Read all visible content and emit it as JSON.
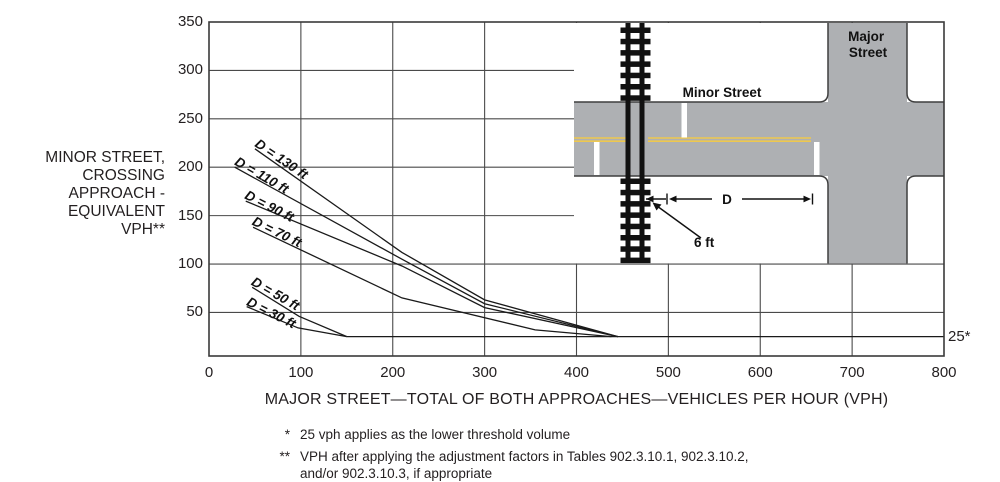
{
  "chart_data": {
    "type": "line",
    "xlabel": "MAJOR STREET—TOTAL OF BOTH APPROACHES—VEHICLES PER HOUR (VPH)",
    "ylabel_lines": [
      "MINOR STREET,",
      "CROSSING",
      "APPROACH -",
      "EQUIVALENT",
      "VPH**"
    ],
    "x_ticks": [
      0,
      100,
      200,
      300,
      400,
      500,
      600,
      700,
      800
    ],
    "y_ticks": [
      50,
      100,
      150,
      200,
      250,
      300,
      350
    ],
    "xlim": [
      0,
      800
    ],
    "ylim": [
      5,
      350
    ],
    "grid": true,
    "series": [
      {
        "name": "D = 130 ft",
        "points": [
          [
            50,
            219
          ],
          [
            210,
            112
          ],
          [
            300,
            63
          ],
          [
            445,
            25
          ]
        ],
        "label": {
          "x": 49,
          "y": 222,
          "angle": 34
        }
      },
      {
        "name": "D = 110 ft",
        "points": [
          [
            28,
            200
          ],
          [
            210,
            105
          ],
          [
            300,
            59
          ],
          [
            445,
            25
          ]
        ],
        "label": {
          "x": 27,
          "y": 203,
          "angle": 30
        }
      },
      {
        "name": "D = 90 ft",
        "points": [
          [
            40,
            165
          ],
          [
            210,
            98
          ],
          [
            300,
            55
          ],
          [
            445,
            25
          ]
        ],
        "label": {
          "x": 38,
          "y": 168,
          "angle": 27
        }
      },
      {
        "name": "D = 70 ft",
        "points": [
          [
            48,
            138
          ],
          [
            210,
            65
          ],
          [
            355,
            32
          ],
          [
            438,
            25
          ]
        ],
        "label": {
          "x": 46,
          "y": 141,
          "angle": 26
        }
      },
      {
        "name": "D = 50 ft",
        "points": [
          [
            47,
            76
          ],
          [
            98,
            46
          ],
          [
            150,
            25
          ]
        ],
        "label": {
          "x": 45,
          "y": 79,
          "angle": 30
        }
      },
      {
        "name": "D = 30 ft",
        "points": [
          [
            41,
            56
          ],
          [
            97,
            34
          ],
          [
            150,
            25
          ]
        ],
        "label": {
          "x": 40,
          "y": 58,
          "angle": 27
        }
      }
    ],
    "threshold": {
      "y": 25,
      "x_start": 150,
      "x_end": 800,
      "label": "25*"
    }
  },
  "inset": {
    "minor_street_label": "Minor Street",
    "major_street_lines": [
      "Major",
      "Street"
    ],
    "d_label": "D",
    "six_ft_label": "6 ft",
    "colors": {
      "road": "#aeb0b3",
      "center_line": "#eec84f",
      "rail": "#111111"
    }
  },
  "footnotes": [
    {
      "marker": "*",
      "text": "25 vph applies as the lower threshold volume"
    },
    {
      "marker": "**",
      "lines": [
        "VPH after applying the adjustment factors in Tables 902.3.10.1, 902.3.10.2,",
        "and/or 902.3.10.3, if appropriate"
      ]
    }
  ]
}
